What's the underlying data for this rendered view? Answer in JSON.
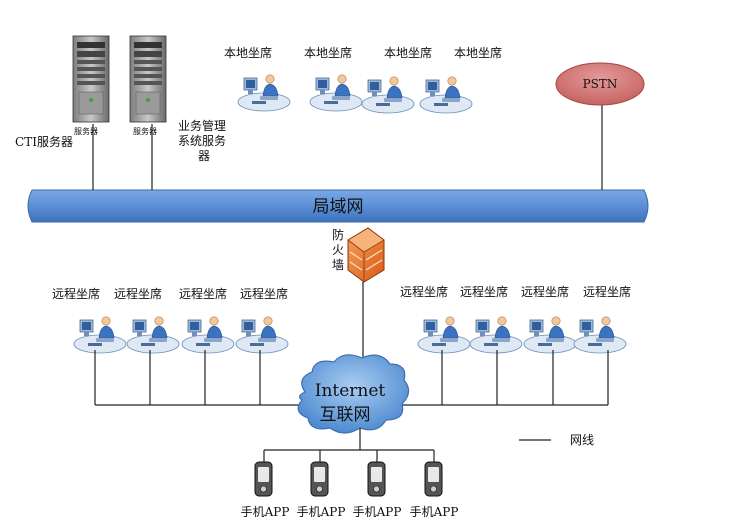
{
  "servers": {
    "cti": {
      "caption": "服务器",
      "label": "CTI服务器"
    },
    "biz": {
      "caption": "服务器",
      "label_lines": [
        "业务管理",
        "系统服务",
        "器"
      ]
    }
  },
  "local_agents": [
    "本地坐席",
    "本地坐席",
    "本地坐席",
    "本地坐席"
  ],
  "pstn": "PSTN",
  "lan": "局域网",
  "firewall": [
    "防",
    "火",
    "墙"
  ],
  "remote_left": [
    "远程坐席",
    "远程坐席",
    "远程坐席",
    "远程坐席"
  ],
  "remote_right": [
    "远程坐席",
    "远程坐席",
    "远程坐席",
    "远程坐席"
  ],
  "internet": {
    "line1": "Internet",
    "line2": "互联网"
  },
  "legend": {
    "label": "网线"
  },
  "phones": [
    "手机APP",
    "手机APP",
    "手机APP",
    "手机APP"
  ],
  "colors": {
    "lan": "#5b8fd6",
    "pstn": "#d27070",
    "cloud": "#6aa3de",
    "firewall": "#e8732a"
  }
}
